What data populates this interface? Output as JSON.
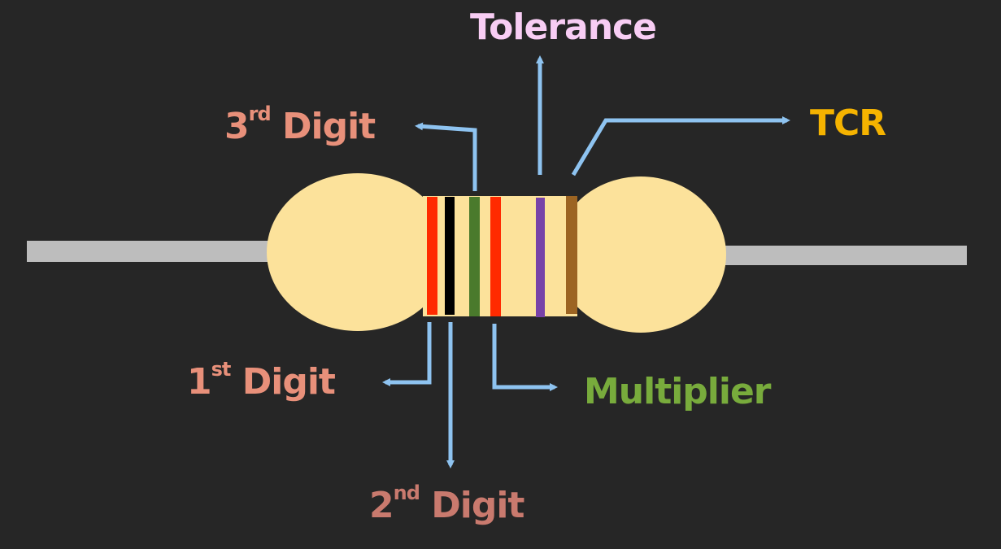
{
  "colors": {
    "background": "#262626",
    "body": "#FCE29B",
    "lead": "#BDBDBD",
    "arrow": "#8EC3F0",
    "digit_label": "#E8907A",
    "digit2_label": "#C97A6E",
    "tolerance_label": "#F8CDF4",
    "tcr_label": "#F5B300",
    "multiplier_label": "#78AB3C",
    "band_1": "#FF2A00",
    "band_2": "#000000",
    "band_3": "#4A7A2C",
    "band_4": "#FF2A00",
    "band_5": "#7842A8",
    "band_6": "#9C6422"
  },
  "labels": {
    "tolerance": "Tolerance",
    "tcr": "TCR",
    "third_digit_num": "3",
    "third_digit_sup": "rd",
    "third_digit_word": "Digit",
    "first_digit_num": "1",
    "first_digit_sup": "st",
    "first_digit_word": "Digit",
    "second_digit_num": "2",
    "second_digit_sup": "nd",
    "second_digit_word": "Digit",
    "multiplier": "Multiplier"
  }
}
